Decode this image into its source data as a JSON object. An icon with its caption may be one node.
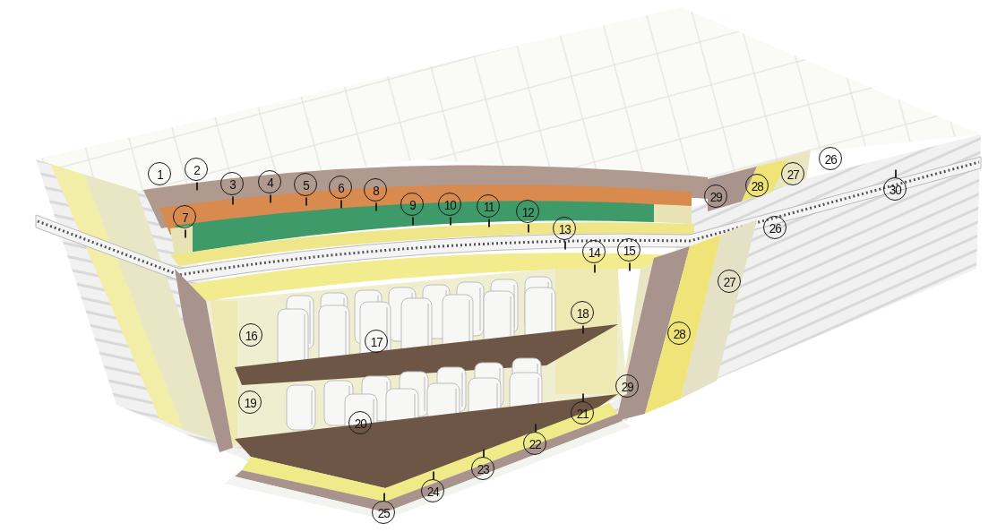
{
  "diagram": {
    "nodes": [
      {
        "text": [
          "1"
        ]
      },
      {
        "text": [
          "2"
        ]
      },
      {
        "text": [
          "3"
        ]
      },
      {
        "text": [
          "4"
        ]
      },
      {
        "text": [
          "5"
        ]
      },
      {
        "text": [
          "6"
        ]
      },
      {
        "text": [
          "7"
        ]
      },
      {
        "text": [
          "8"
        ]
      },
      {
        "text": [
          "9"
        ]
      },
      {
        "text": [
          "10"
        ]
      },
      {
        "text": [
          "11"
        ]
      },
      {
        "text": [
          "12"
        ]
      },
      {
        "text": [
          "13"
        ]
      },
      {
        "text": [
          "14"
        ]
      },
      {
        "text": [
          "15"
        ]
      },
      {
        "text": [
          "16"
        ]
      },
      {
        "text": [
          "17"
        ]
      },
      {
        "text": [
          "18"
        ]
      },
      {
        "text": [
          "19"
        ]
      },
      {
        "text": [
          "20"
        ]
      },
      {
        "text": [
          "21"
        ]
      },
      {
        "text": [
          "22"
        ]
      },
      {
        "text": [
          "23"
        ]
      },
      {
        "text": [
          "24"
        ]
      },
      {
        "text": [
          "25"
        ]
      },
      {
        "text": [
          "26"
        ]
      },
      {
        "text": [
          "26"
        ]
      },
      {
        "text": [
          "27"
        ]
      },
      {
        "text": [
          "27"
        ]
      },
      {
        "text": [
          "28"
        ]
      },
      {
        "text": [
          "28"
        ]
      },
      {
        "text": [
          "29"
        ]
      },
      {
        "text": [
          "29"
        ]
      },
      {
        "text": [
          "30"
        ]
      }
    ],
    "edges": [
      {
        "from": 1,
        "to": null,
        "arrow": "none"
      },
      {
        "from": 2,
        "to": null,
        "arrow": "none"
      },
      {
        "from": 3,
        "to": null,
        "arrow": "none"
      },
      {
        "from": 4,
        "to": null,
        "arrow": "none"
      },
      {
        "from": 5,
        "to": null,
        "arrow": "none"
      },
      {
        "from": 6,
        "to": null,
        "arrow": "none"
      },
      {
        "from": 7,
        "to": null,
        "arrow": "none"
      },
      {
        "from": 8,
        "to": null,
        "arrow": "none"
      },
      {
        "from": 9,
        "to": null,
        "arrow": "none"
      },
      {
        "from": 10,
        "to": null,
        "arrow": "none"
      },
      {
        "from": 11,
        "to": null,
        "arrow": "none"
      },
      {
        "from": 12,
        "to": null,
        "arrow": "none"
      },
      {
        "from": 13,
        "to": null,
        "arrow": "none"
      },
      {
        "from": 14,
        "to": null,
        "arrow": "none"
      },
      {
        "from": 17,
        "to": null,
        "arrow": "none"
      },
      {
        "from": 20,
        "to": null,
        "arrow": "none"
      },
      {
        "from": 21,
        "to": null,
        "arrow": "none"
      },
      {
        "from": 22,
        "to": null,
        "arrow": "none"
      },
      {
        "from": 23,
        "to": null,
        "arrow": "none"
      },
      {
        "from": 24,
        "to": null,
        "arrow": "none"
      },
      {
        "from": 33,
        "to": null,
        "arrow": "none"
      }
    ]
  }
}
